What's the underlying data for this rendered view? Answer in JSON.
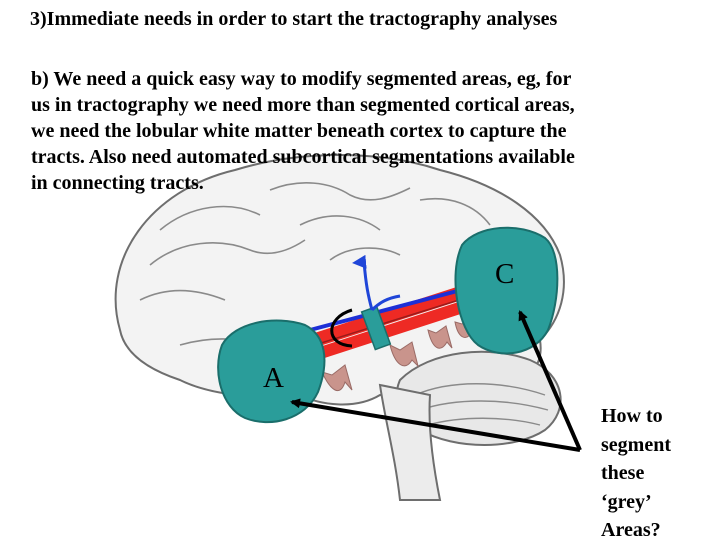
{
  "slide": {
    "title": "3)Immediate needs in order to start the tractography analyses",
    "body_lines": [
      "b) We need a quick easy way to modify segmented areas, eg, for",
      "us in tractography we need more than segmented cortical areas,",
      "we need the lobular white matter beneath cortex to capture the",
      "tracts. Also need automated subcortical segmentations available",
      "in connecting tracts."
    ],
    "labels": {
      "c": "C",
      "a": "A"
    },
    "question_lines": [
      "How to",
      "segment",
      "these",
      "‘grey’",
      "Areas?"
    ]
  },
  "colors": {
    "grey_region": "#2a9d9a",
    "tract_red": "#ee2a24",
    "tract_blue": "#1d2fd6",
    "arrow_blue": "#1f45d8",
    "curved_arrows": "#c9948c"
  }
}
